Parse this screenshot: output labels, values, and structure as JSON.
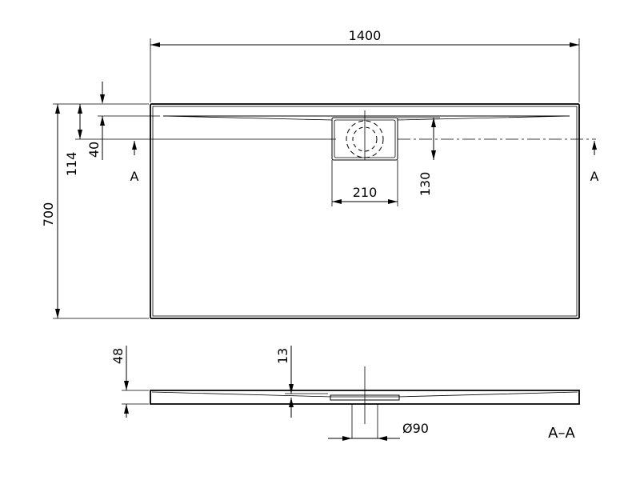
{
  "dimensions": {
    "length": "1400",
    "width": "700",
    "offset_114": "114",
    "offset_40": "40",
    "drain_width": "210",
    "drain_height": "130",
    "depth_48": "48",
    "depth_13": "13",
    "drain_diameter": "Ø90"
  },
  "section": {
    "marker_left": "A",
    "marker_right": "A",
    "label": "A–A"
  }
}
